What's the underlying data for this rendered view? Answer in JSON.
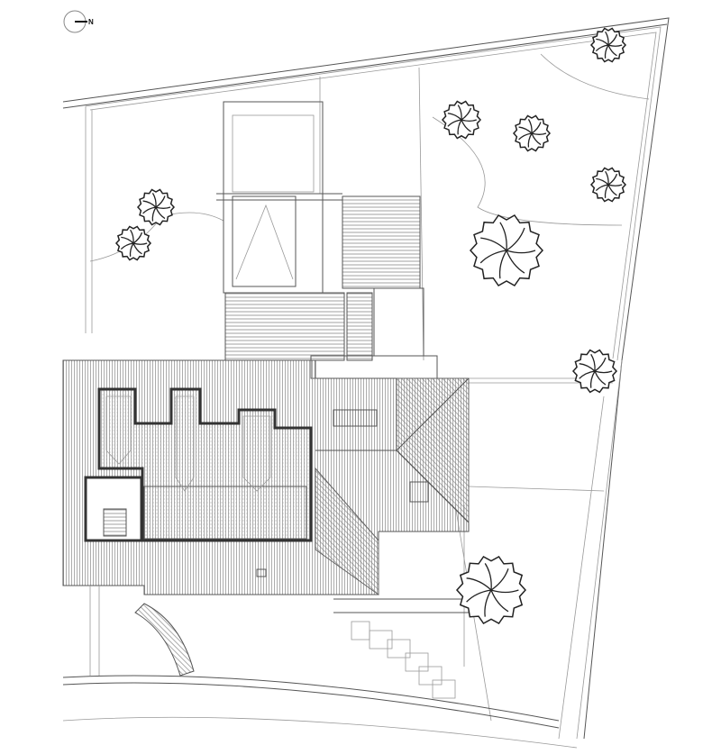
{
  "drawing": {
    "north_label": "N",
    "colors": {
      "line": "#555555",
      "wall": "#333333",
      "background": "#ffffff"
    },
    "trees": [
      {
        "name": "tree-1"
      },
      {
        "name": "tree-2"
      },
      {
        "name": "tree-3"
      },
      {
        "name": "tree-4"
      },
      {
        "name": "tree-5"
      },
      {
        "name": "tree-6"
      },
      {
        "name": "tree-7"
      },
      {
        "name": "tree-8"
      },
      {
        "name": "tree-9"
      }
    ]
  }
}
